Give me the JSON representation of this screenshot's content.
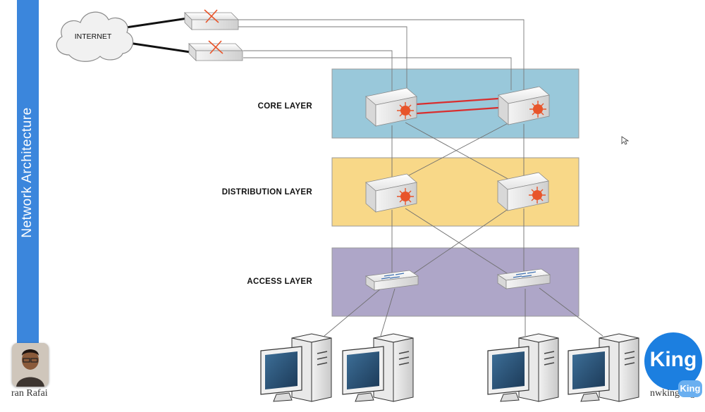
{
  "sidebar": {
    "title": "Network Architecture"
  },
  "diagram": {
    "cloud_label": "INTERNET",
    "layers": [
      {
        "label": "CORE LAYER",
        "color": "#99c8da"
      },
      {
        "label": "DISTRIBUTION LAYER",
        "color": "#f8d888"
      },
      {
        "label": "ACCESS LAYER",
        "color": "#aea6c8"
      }
    ],
    "core_link_color": "#d92e2e",
    "router_icon_color": "#e8552b"
  },
  "presenter": {
    "name": "ran Rafai"
  },
  "brand": {
    "logo_text": "King",
    "logo_mark_text": "King",
    "site": "nwking.org"
  }
}
